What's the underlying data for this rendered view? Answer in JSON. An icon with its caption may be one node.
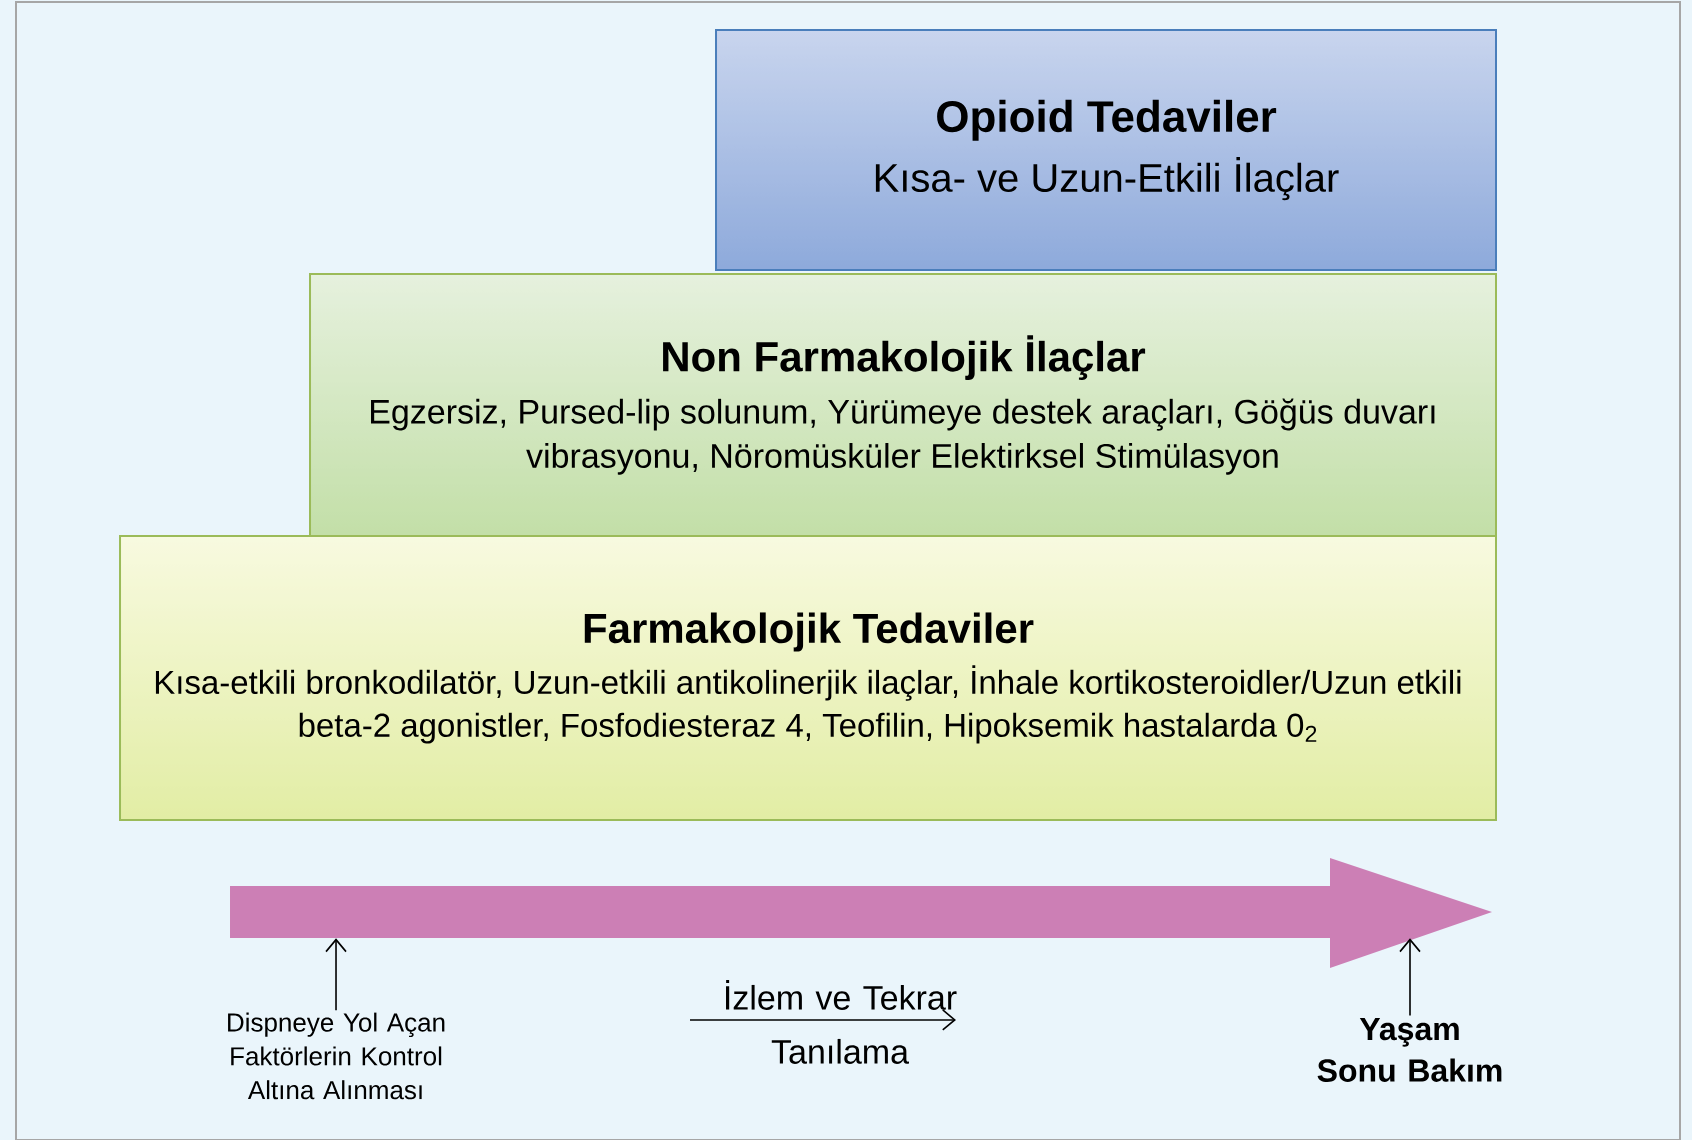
{
  "diagram": {
    "nodes": [
      {
        "text": [
          "Opioid Tedaviler",
          "Kısa- ve Uzun-Etkili İlaçlar"
        ]
      },
      {
        "text": [
          "Non Farmakolojik İlaçlar",
          "Egzersiz, Pursed-lip solunum, Yürümeye destek araçları, Göğüs duvarı vibrasyonu, Nöromüsküler Elektirksel Stimülasyon"
        ]
      },
      {
        "text": [
          "Farmakolojik Tedaviler",
          "Kısa-etkili bronkodilatör, Uzun-etkili antikolinerjik ilaçlar, İnhale kortikosteroidler/Uzun etkili beta-2 agonistler, Fosfodiesteraz 4, Teofilin, Hipoksemik hastalarda 0$_{2}$"
        ]
      },
      {
        "text": [],
        "shape": "arrow"
      },
      {
        "text": [
          "Dispneye Yol Açan Faktörlerin Kontrol Altına Alınması"
        ]
      },
      {
        "text": [
          "Yaşam Sonu Bakım"
        ]
      }
    ],
    "edges": [
      {
        "from": 4,
        "to": 3,
        "arrow": "to"
      },
      {
        "from": 5,
        "to": 3,
        "arrow": "to"
      }
    ],
    "labels": [
      "İzlem ve Tekrar Tanılama"
    ]
  }
}
